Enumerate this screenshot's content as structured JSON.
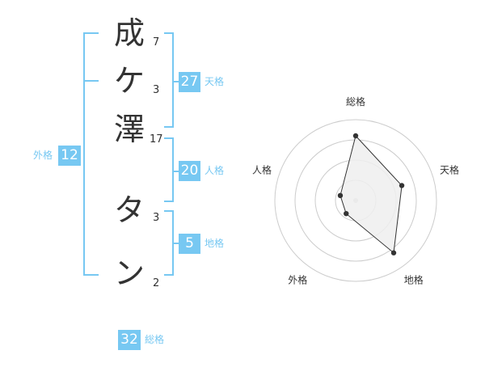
{
  "name": {
    "chars": [
      {
        "char": "成",
        "strokes": "7"
      },
      {
        "char": "ケ",
        "strokes": "3"
      },
      {
        "char": "澤",
        "strokes": "17"
      },
      {
        "char": "タ",
        "strokes": "3"
      },
      {
        "char": "ン",
        "strokes": "2"
      }
    ]
  },
  "fortune": {
    "tenkaku": {
      "value": "27",
      "label": "天格"
    },
    "jinkaku": {
      "value": "20",
      "label": "人格"
    },
    "chikaku": {
      "value": "5",
      "label": "地格"
    },
    "gaikaku": {
      "value": "12",
      "label": "外格"
    },
    "soukaku": {
      "value": "32",
      "label": "総格"
    }
  },
  "colors": {
    "accent": "#77c8f2",
    "text": "#333333",
    "radar_fill": "#eeeeee",
    "radar_ring": "#cccccc"
  },
  "chart_data": {
    "type": "radar",
    "axes": [
      "総格",
      "天格",
      "地格",
      "外格",
      "人格"
    ],
    "values": [
      4,
      3,
      4,
      1,
      1
    ],
    "max": 5,
    "rings": 4
  }
}
